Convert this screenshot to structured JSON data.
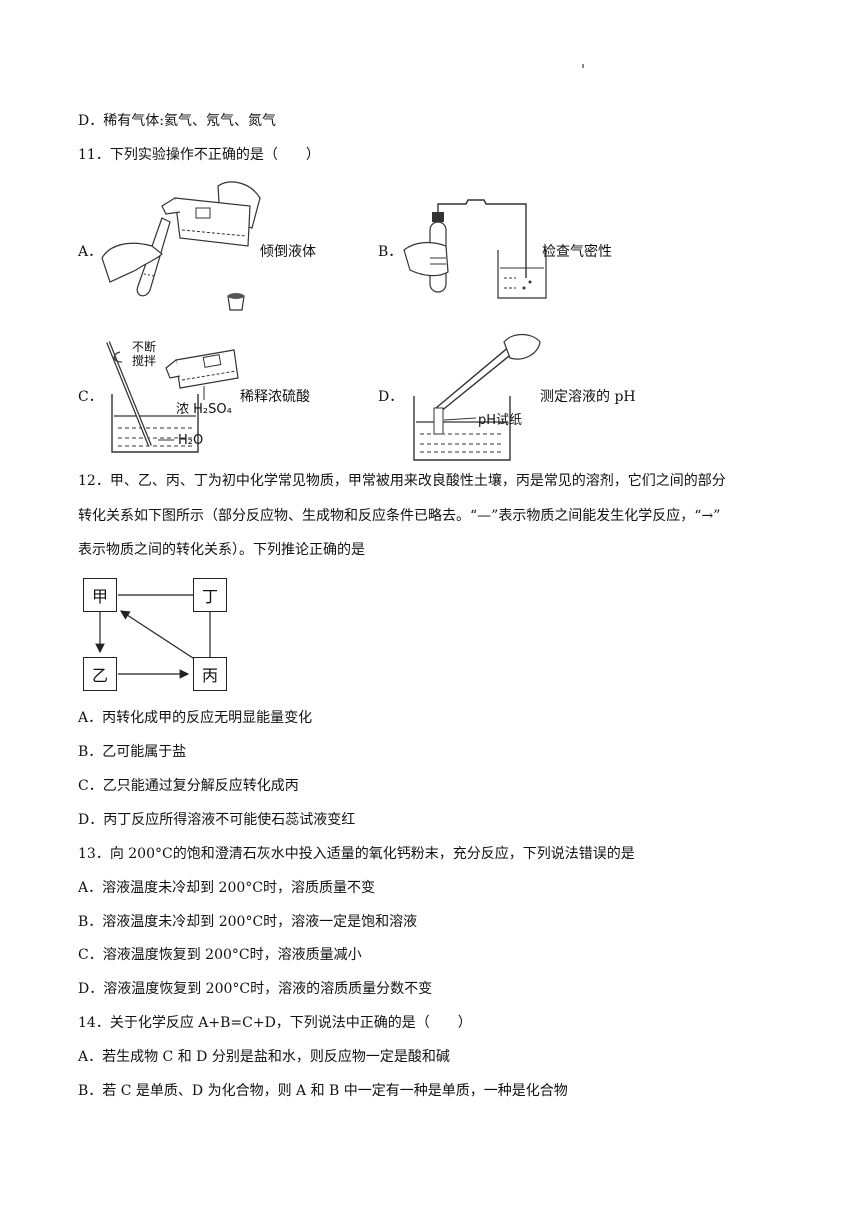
{
  "q10": {
    "option_d": "D．稀有气体:氦气、氖气、氮气"
  },
  "q11": {
    "stem": "11．下列实验操作不正确的是（　　）",
    "options": [
      {
        "letter": "A．",
        "caption": "倾倒液体"
      },
      {
        "letter": "B．",
        "caption": "检查气密性"
      },
      {
        "letter": "C．",
        "caption": "稀释浓硫酸"
      },
      {
        "letter": "D．",
        "caption": "测定溶液的 pH"
      }
    ],
    "figure_c": {
      "stir": "不断",
      "stir2": "搅拌",
      "acid": "浓 H₂SO₄",
      "water": "H₂O"
    },
    "figure_d": {
      "paper": "pH试纸"
    }
  },
  "q12": {
    "stem_1": "12．甲、乙、丙、丁为初中化学常见物质，甲常被用来改良酸性土壤，丙是常见的溶剂，它们之间的部分",
    "stem_2": "转化关系如下图所示（部分反应物、生成物和反应条件已略去。“—”表示物质之间能发生化学反应，“→”",
    "stem_3": "表示物质之间的转化关系）。下列推论正确的是",
    "diagram": {
      "jia": "甲",
      "ding": "丁",
      "yi": "乙",
      "bing": "丙"
    },
    "options": [
      "A．丙转化成甲的反应无明显能量变化",
      "B．乙可能属于盐",
      "C．乙只能通过复分解反应转化成丙",
      "D．丙丁反应所得溶液不可能使石蕊试液变红"
    ]
  },
  "q13": {
    "stem": "13．向 200°C的饱和澄清石灰水中投入适量的氧化钙粉末，充分反应，下列说法错误的是",
    "options": [
      "A．溶液温度未冷却到 200°C时，溶质质量不变",
      "B．溶液温度未冷却到 200°C时，溶液一定是饱和溶液",
      "C．溶液温度恢复到 200°C时，溶液质量减小",
      "D．溶液温度恢复到 200°C时，溶液的溶质质量分数不变"
    ]
  },
  "q14": {
    "stem": "14．关于化学反应 A+B=C+D，下列说法中正确的是（　　）",
    "options": [
      "A．若生成物 C 和 D 分别是盐和水，则反应物一定是酸和碱",
      "B．若 C 是单质、D 为化合物，则 A 和 B 中一定有一种是单质，一种是化合物"
    ]
  }
}
